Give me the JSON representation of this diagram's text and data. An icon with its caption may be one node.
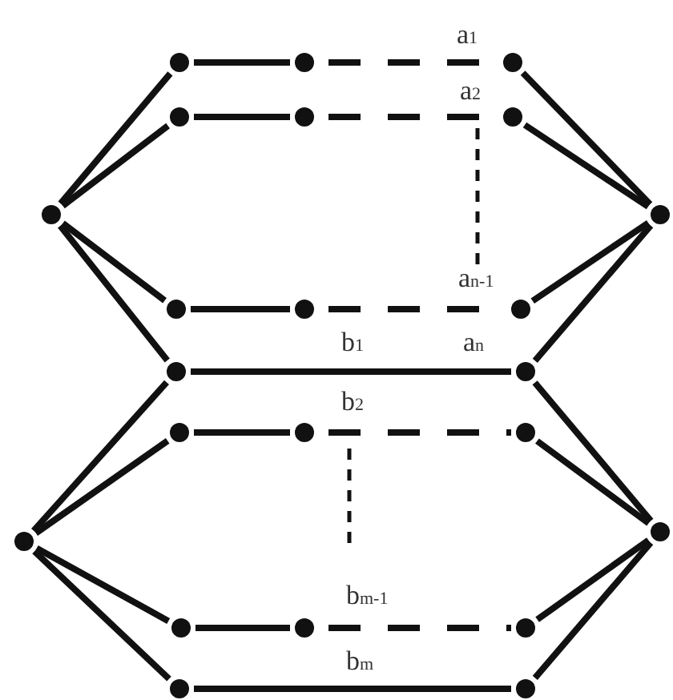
{
  "diagram": {
    "nodes": [
      {
        "text": [],
        "shape": "circle"
      },
      {
        "text": [],
        "shape": "circle"
      },
      {
        "text": [],
        "shape": "circle"
      },
      {
        "text": [],
        "shape": "circle"
      },
      {
        "text": [],
        "shape": "circle"
      },
      {
        "text": [],
        "shape": "circle"
      },
      {
        "text": [],
        "shape": "circle"
      },
      {
        "text": [],
        "shape": "circle"
      },
      {
        "text": [],
        "shape": "circle"
      },
      {
        "text": [],
        "shape": "circle"
      },
      {
        "text": [],
        "shape": "circle"
      },
      {
        "text": [],
        "shape": "circle"
      },
      {
        "text": [],
        "shape": "circle"
      },
      {
        "text": [],
        "shape": "circle"
      },
      {
        "text": [],
        "shape": "circle"
      },
      {
        "text": [],
        "shape": "circle"
      },
      {
        "text": [],
        "shape": "circle"
      },
      {
        "text": [],
        "shape": "circle"
      },
      {
        "text": [],
        "shape": "circle"
      },
      {
        "text": [],
        "shape": "circle"
      },
      {
        "text": [],
        "shape": "circle"
      },
      {
        "text": [],
        "shape": "circle"
      },
      {
        "text": [],
        "shape": "circle"
      }
    ],
    "edges": [
      {
        "from": 6,
        "to": 0,
        "arrow": "none"
      },
      {
        "from": 6,
        "to": 3,
        "arrow": "none"
      },
      {
        "from": 6,
        "to": 8,
        "arrow": "none"
      },
      {
        "from": 6,
        "to": 11,
        "arrow": "none"
      },
      {
        "from": 7,
        "to": 2,
        "arrow": "none"
      },
      {
        "from": 7,
        "to": 5,
        "arrow": "none"
      },
      {
        "from": 7,
        "to": 10,
        "arrow": "none"
      },
      {
        "from": 7,
        "to": 12,
        "arrow": "none"
      },
      {
        "from": 0,
        "to": 1,
        "arrow": "none"
      },
      {
        "from": 1,
        "to": 2,
        "arrow": "none",
        "style": "dashed"
      },
      {
        "from": 3,
        "to": 4,
        "arrow": "none"
      },
      {
        "from": 4,
        "to": 5,
        "arrow": "none",
        "style": "dashed"
      },
      {
        "from": 8,
        "to": 9,
        "arrow": "none"
      },
      {
        "from": 9,
        "to": 10,
        "arrow": "none",
        "style": "dashed"
      },
      {
        "from": 11,
        "to": 12,
        "arrow": "none"
      },
      {
        "from": 16,
        "to": 11,
        "arrow": "none"
      },
      {
        "from": 16,
        "to": 13,
        "arrow": "none"
      },
      {
        "from": 16,
        "to": 18,
        "arrow": "none"
      },
      {
        "from": 16,
        "to": 21,
        "arrow": "none"
      },
      {
        "from": 17,
        "to": 12,
        "arrow": "none"
      },
      {
        "from": 17,
        "to": 15,
        "arrow": "none"
      },
      {
        "from": 17,
        "to": 20,
        "arrow": "none"
      },
      {
        "from": 17,
        "to": 22,
        "arrow": "none"
      },
      {
        "from": 13,
        "to": 14,
        "arrow": "none"
      },
      {
        "from": 14,
        "to": 15,
        "arrow": "none",
        "style": "dashed"
      },
      {
        "from": 18,
        "to": 19,
        "arrow": "none"
      },
      {
        "from": 19,
        "to": 20,
        "arrow": "none",
        "style": "dashed"
      },
      {
        "from": 21,
        "to": 22,
        "arrow": "none"
      }
    ],
    "labels": [
      "a$_{1}$",
      "a$_{2}$",
      "a$_{n-1}$",
      "b$_{1}$",
      "a$_{n}$",
      "b$_{2}$",
      "b$_{m-1}$",
      "b$_{m}$"
    ]
  }
}
